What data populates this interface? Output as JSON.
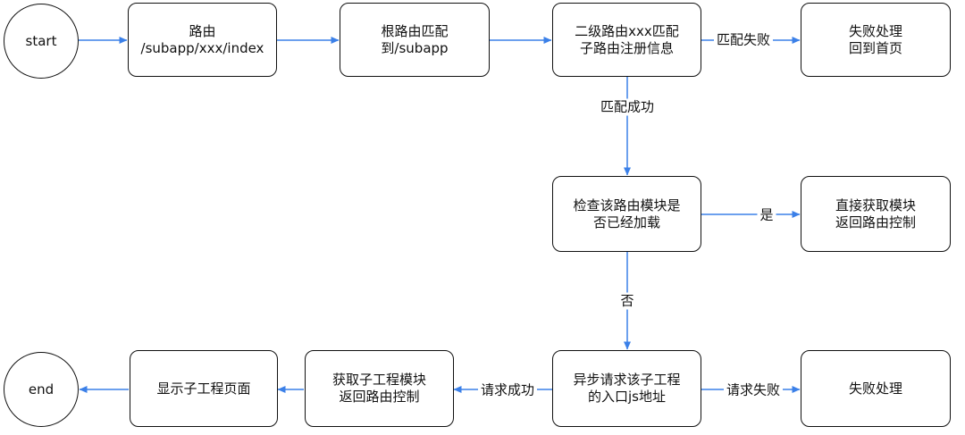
{
  "colors": {
    "edge": "#3b80e8",
    "node_border": "#111111",
    "node_fill": "#ffffff"
  },
  "nodes": {
    "start": "start",
    "route": "路由\n/subapp/xxx/index",
    "root_match": "根路由匹配\n到/subapp",
    "sub_match": "二级路由xxx匹配\n子路由注册信息",
    "fail_home": "失败处理\n回到首页",
    "check_loaded": "检查该路由模块是\n否已经加载",
    "get_direct": "直接获取模块\n返回路由控制",
    "async_request": "异步请求该子工程\n的入口js地址",
    "fail_handle": "失败处理",
    "get_sub": "获取子工程模块\n返回路由控制",
    "show_page": "显示子工程页面",
    "end": "end"
  },
  "edge_labels": {
    "match_fail": "匹配失败",
    "match_success": "匹配成功",
    "yes": "是",
    "no": "否",
    "request_success": "请求成功",
    "request_fail": "请求失败"
  }
}
